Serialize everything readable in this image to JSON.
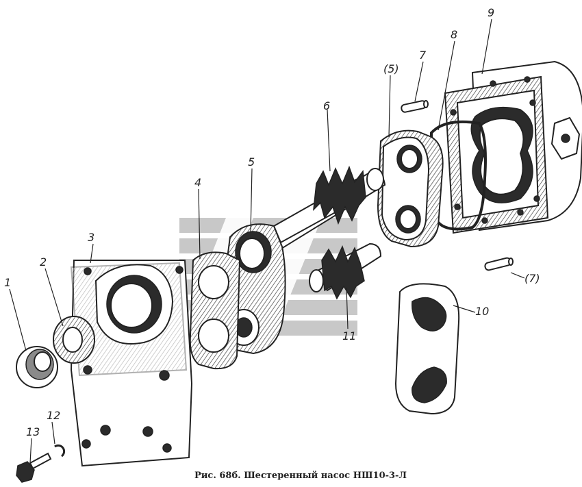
{
  "caption": "Рис. 68б. Шестеренный насос НШ10-3-Л",
  "labels": {
    "l1": "1",
    "l2": "2",
    "l3": "3",
    "l4": "4",
    "l5": "5",
    "l5b": "(5)",
    "l6": "6",
    "l7": "7",
    "l7b": "(7)",
    "l8": "8",
    "l9": "9",
    "l10": "10",
    "l11": "11",
    "l12": "12",
    "l13": "13"
  }
}
